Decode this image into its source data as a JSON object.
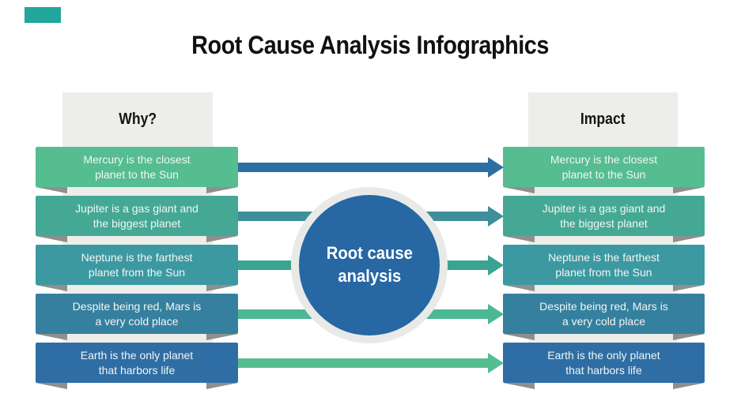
{
  "accent": {
    "color": "#21A69B"
  },
  "title": {
    "text": "Root Cause Analysis Infographics",
    "color": "#111111"
  },
  "left_column": {
    "header": "Why?"
  },
  "right_column": {
    "header": "Impact"
  },
  "panel_color": "#EDEDEA",
  "fold_color": "#8D908E",
  "center": {
    "label": "Root cause\nanalysis",
    "fill": "#2667A4",
    "ring": "#E9EAE7"
  },
  "rows": [
    {
      "cause": "Mercury is the closest\nplanet to the Sun",
      "impact": "Mercury is the closest\nplanet to the Sun",
      "box_color": "#56BD90",
      "arrow_color": "#2E6FA3"
    },
    {
      "cause": "Jupiter is a gas giant and\nthe biggest planet",
      "impact": "Jupiter is a gas giant and\nthe biggest planet",
      "box_color": "#45A895",
      "arrow_color": "#3F8E9B"
    },
    {
      "cause": "Neptune is the farthest\nplanet from the Sun",
      "impact": "Neptune is the farthest\nplanet from the Sun",
      "box_color": "#3C99A1",
      "arrow_color": "#3AA392"
    },
    {
      "cause": "Despite being red, Mars is\na very cold place",
      "impact": "Despite being red, Mars is\na very cold place",
      "box_color": "#35809F",
      "arrow_color": "#4BB795"
    },
    {
      "cause": "Earth is the only planet\nthat harbors life",
      "impact": "Earth is the only planet\nthat harbors life",
      "box_color": "#2F6EA5",
      "arrow_color": "#55BE90"
    }
  ]
}
